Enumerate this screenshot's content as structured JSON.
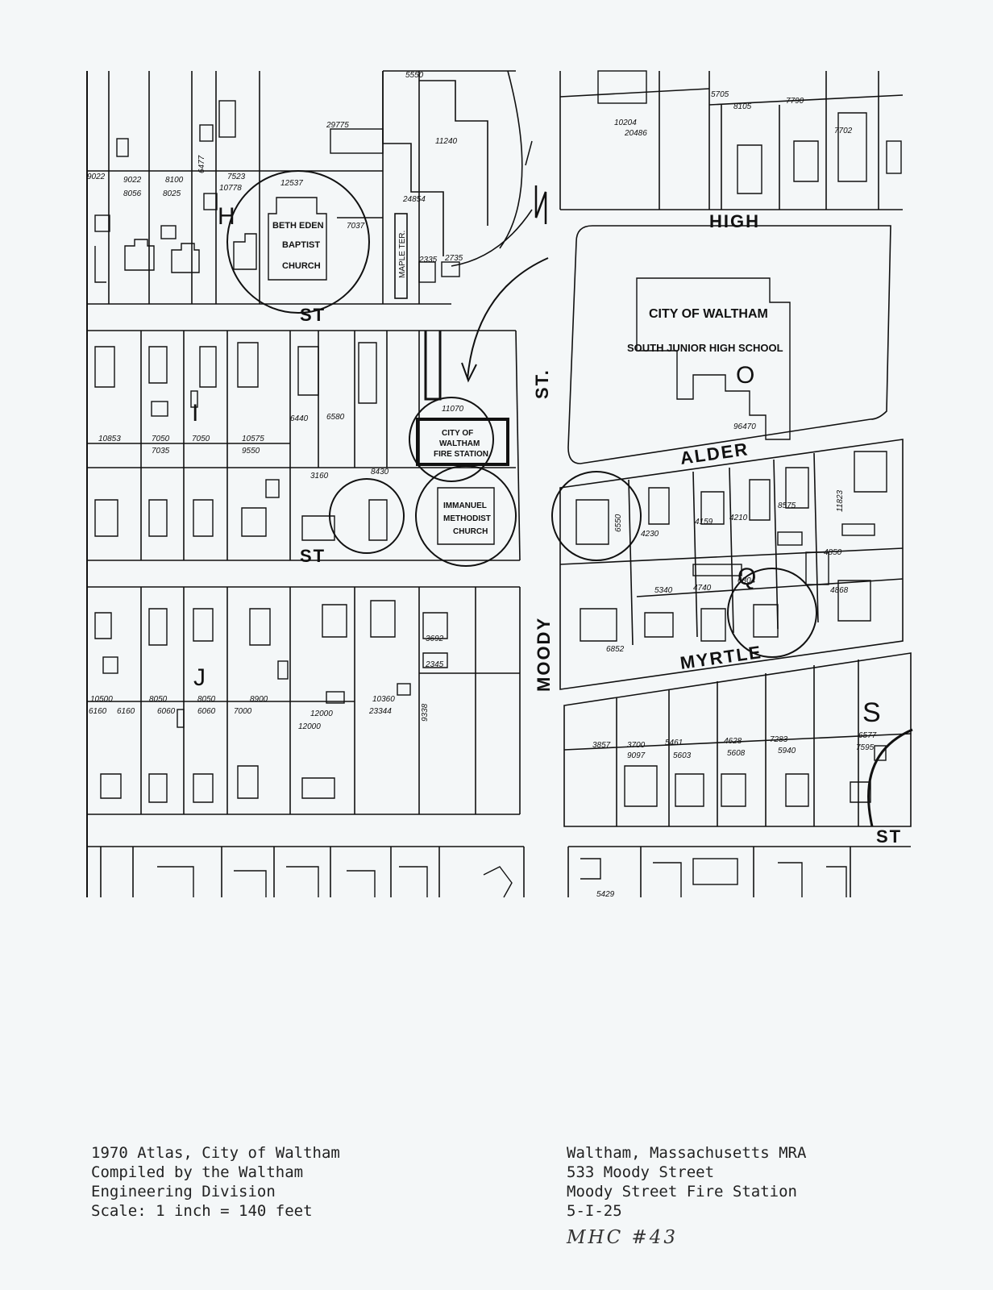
{
  "map": {
    "streets": {
      "high": "HIGH",
      "moody": "MOODY",
      "st_moody": "ST.",
      "alder": "ALDER",
      "myrtle": "MYRTLE",
      "st_upper": "ST",
      "st_middle": "ST",
      "st_lower_right": "ST",
      "maple_ter": "MAPLE TER."
    },
    "blocks": {
      "h": "H",
      "i": "I",
      "j": "J",
      "o": "O",
      "q": "Q",
      "s": "S"
    },
    "buildings": {
      "church1": [
        "BETH EDEN",
        "BAPTIST",
        "CHURCH"
      ],
      "fire_station": [
        "CITY OF",
        "WALTHAM",
        "FIRE STATION"
      ],
      "church2": [
        "IMMANUEL",
        "METHODIST",
        "CHURCH"
      ],
      "school": [
        "CITY OF WALTHAM",
        "SOUTH JUNIOR HIGH SCHOOL"
      ]
    },
    "numbers": {
      "n5550": "5550",
      "n29775": "29775",
      "n11240": "11240",
      "n24854": "24854",
      "n12537": "12537",
      "n7037": "7037",
      "n2335": "2335",
      "n2735": "2735",
      "n10204": "10204",
      "n20486": "20486",
      "n5705": "5705",
      "n8105": "8105",
      "n7790": "7790",
      "n7702": "7702",
      "n96470": "96470",
      "n11070": "11070",
      "n10853": "10853",
      "n7050a": "7050",
      "n7050b": "7050",
      "n10575": "10575",
      "n7035": "7035",
      "n9550": "9550",
      "n6440": "6440",
      "n6580": "6580",
      "n3160": "3160",
      "n8430": "8430",
      "n8575": "8575",
      "n11823": "11823",
      "n4850": "4850",
      "n6550": "6550",
      "n4230": "4230",
      "n4159": "4159",
      "n4210": "4210",
      "n5340": "5340",
      "n4740": "4740",
      "n6804": "6804",
      "n4868": "4868",
      "n6852": "6852",
      "n3692": "3692",
      "n2345": "2345",
      "n10360": "10360",
      "n23344": "23344",
      "n12000a": "12000",
      "n12000b": "12000",
      "n10500": "10500",
      "n8050a": "8050",
      "n8050b": "8050",
      "n6160a": "6160",
      "n6160b": "6160",
      "n6060a": "6060",
      "n6060b": "6060",
      "n7000": "7000",
      "n8900": "8900",
      "n9338": "9338",
      "n3857": "3857",
      "n3700": "3700",
      "n5461": "5461",
      "n4628": "4628",
      "n7283": "7283",
      "n6577": "6577",
      "n9097": "9097",
      "n5603": "5603",
      "n5608": "5608",
      "n5940": "5940",
      "n7595": "7595",
      "n5429": "5429",
      "n9022": "9022",
      "n8100": "8100",
      "n7523": "7523",
      "n8056": "8056",
      "n8025": "8025",
      "n10778": "10778",
      "n6477": "6477"
    }
  },
  "caption_left": {
    "line1": "1970 Atlas, City of Waltham",
    "line2": "Compiled by the Waltham",
    "line3": "Engineering Division",
    "line4": "Scale: 1 inch = 140 feet"
  },
  "caption_right": {
    "line1": "Waltham, Massachusetts MRA",
    "line2": "533 Moody Street",
    "line3": "Moody Street Fire Station",
    "line4": "5-I-25"
  },
  "handwritten_note": "MHC #43"
}
